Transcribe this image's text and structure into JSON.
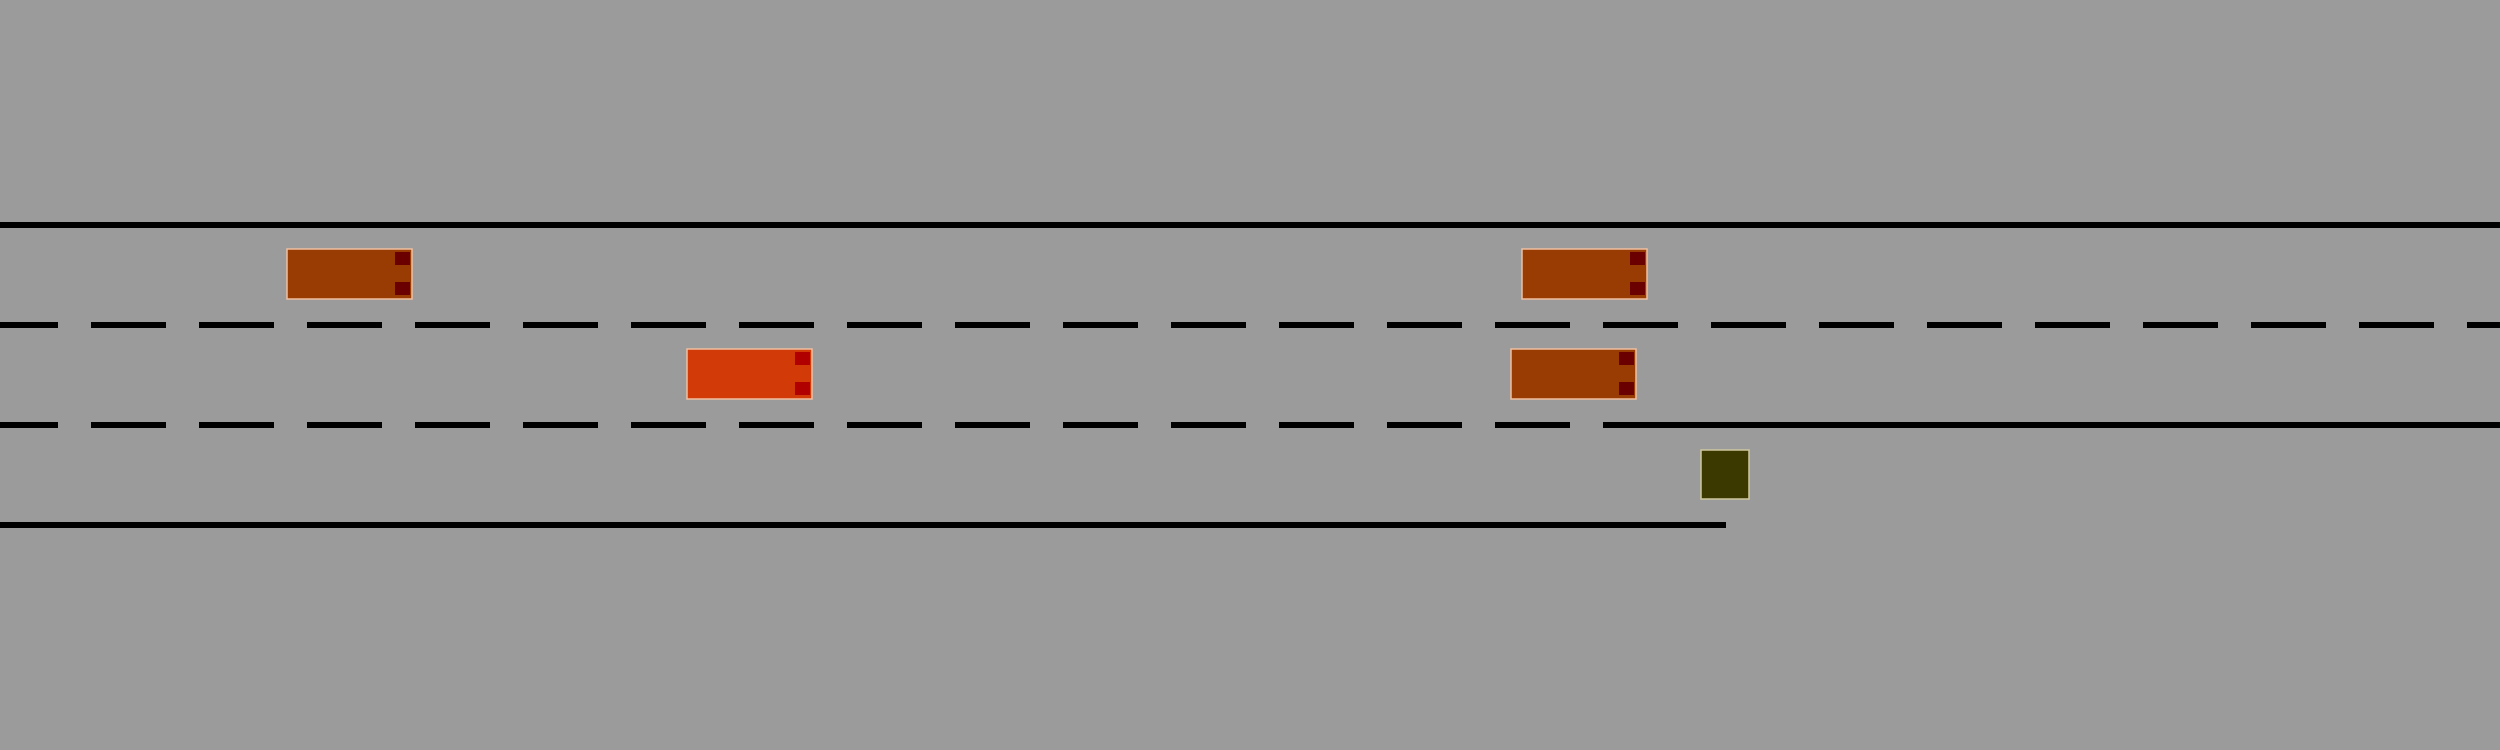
{
  "scene": {
    "type": "highway-merge-environment",
    "lane_count": 3,
    "lanes": [
      "lane-1",
      "lane-2",
      "lane-3-merging"
    ],
    "merge_lane_ends": true
  },
  "colors": {
    "background": "#9b9b9b",
    "road_line": "#000000",
    "ego_vehicle": "#d23a08",
    "other_vehicle": "#993c04",
    "vehicle_outline": "#f0c0a0",
    "vehicle_light": "#6b0000",
    "obstacle": "#3b3800"
  },
  "vehicles": [
    {
      "id": "vehicle-lane1-a",
      "role": "other",
      "lane": 1
    },
    {
      "id": "vehicle-lane1-b",
      "role": "other",
      "lane": 1
    },
    {
      "id": "ego-vehicle",
      "role": "ego",
      "lane": 2
    },
    {
      "id": "vehicle-lane2-b",
      "role": "other",
      "lane": 2
    }
  ],
  "obstacles": [
    {
      "id": "merge-end-obstacle",
      "lane": 3
    }
  ]
}
